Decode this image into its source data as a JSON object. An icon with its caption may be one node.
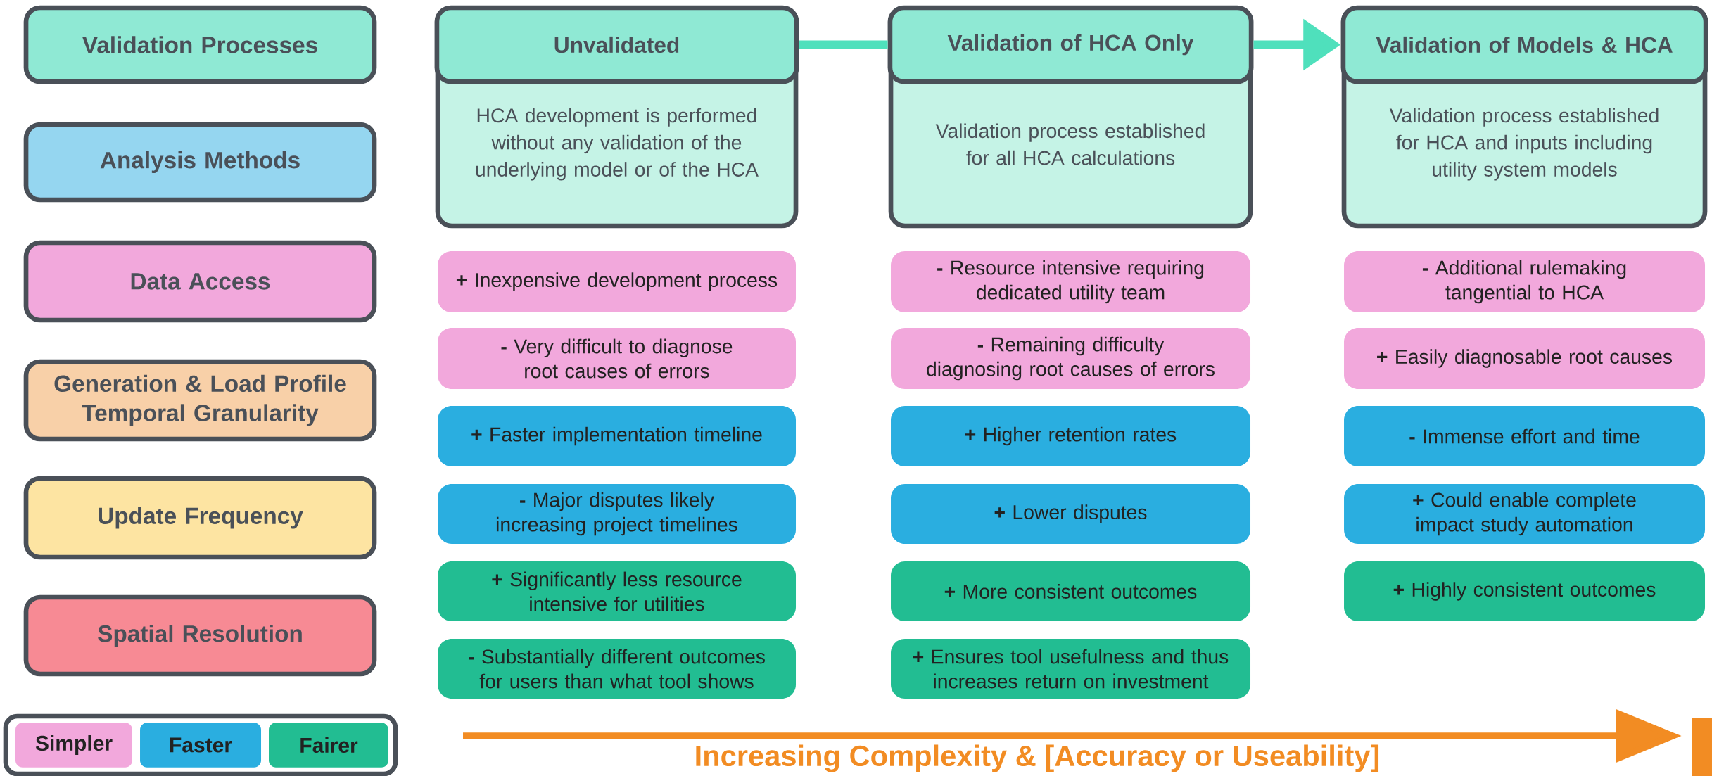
{
  "diagram": {
    "nodes": [
      {
        "text": [
          "Validation Processes"
        ]
      },
      {
        "text": [
          "Analysis Methods"
        ]
      },
      {
        "text": [
          "Data Access"
        ]
      },
      {
        "text": [
          "Generation & Load Profile Temporal Granularity"
        ]
      },
      {
        "text": [
          "Update Frequency"
        ]
      },
      {
        "text": [
          "Spatial Resolution"
        ]
      },
      {
        "text": [
          "Unvalidated",
          "HCA development is performed without any validation of the underlying model or of the HCA"
        ]
      },
      {
        "text": [
          "Validation of HCA Only",
          "Validation process established for all HCA calculations"
        ]
      },
      {
        "text": [
          "Validation of Models & HCA",
          "Validation process established for HCA and inputs including utility system models"
        ]
      },
      {
        "text": [
          "**+** Inexpensive development process"
        ]
      },
      {
        "text": [
          "**-** Very difficult to diagnose root causes of errors"
        ]
      },
      {
        "text": [
          "**+** Faster implementation timeline"
        ]
      },
      {
        "text": [
          "**-** Major disputes likely increasing project timelines"
        ]
      },
      {
        "text": [
          "**+** Significantly less resource intensive for utilities"
        ]
      },
      {
        "text": [
          "**-** Substantially different outcomes for users than what tool shows"
        ]
      },
      {
        "text": [
          "**-** Resource intensive requiring dedicated utility team"
        ]
      },
      {
        "text": [
          "**-** Remaining difficulty diagnosing root causes of errors"
        ]
      },
      {
        "text": [
          "**+** Higher retention rates"
        ]
      },
      {
        "text": [
          "**+** Lower disputes"
        ]
      },
      {
        "text": [
          "**+** More consistent outcomes"
        ]
      },
      {
        "text": [
          "**+** Ensures tool usefulness and thus increases return on investment"
        ]
      },
      {
        "text": [
          "**-** Additional rulemaking tangential to HCA"
        ]
      },
      {
        "text": [
          "**+** Easily diagnosable root causes"
        ]
      },
      {
        "text": [
          "**-** Immense effort and time"
        ]
      },
      {
        "text": [
          "**+** Could enable complete impact study automation"
        ]
      },
      {
        "text": [
          "**+** Highly consistent outcomes"
        ]
      }
    ],
    "edges": [
      {
        "from": 6,
        "to": 7,
        "arrow": "none"
      },
      {
        "from": 7,
        "to": 8,
        "arrow": "to"
      }
    ],
    "labels": [
      "Increasing Complexity & [Accuracy or Useability]"
    ],
    "legend": [
      {
        "text": "Simpler",
        "color": "#f2a8dc"
      },
      {
        "text": "Faster",
        "color": "#2aaee0"
      },
      {
        "text": "Fairer",
        "color": "#22bd92"
      }
    ]
  }
}
